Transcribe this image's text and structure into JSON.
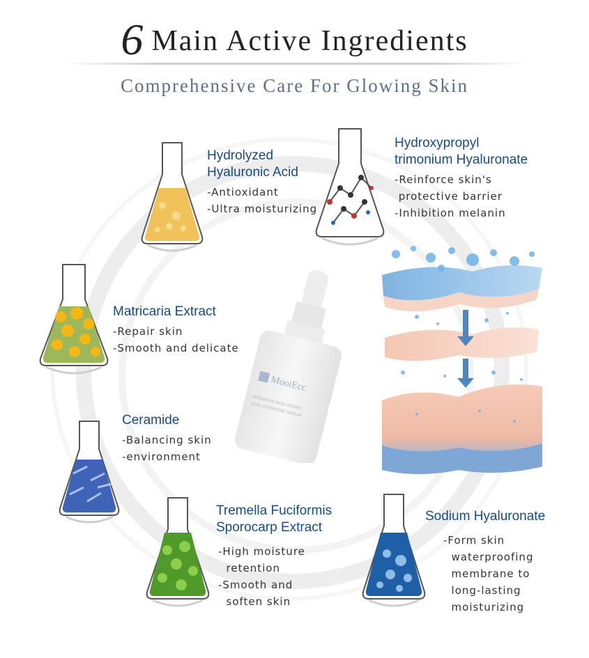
{
  "header": {
    "number": "6",
    "title": "Main Active Ingredients",
    "subtitle": "Comprehensive Care For Glowing Skin"
  },
  "bottle": {
    "brand": "MooiEcc",
    "label_line1": "INTENSIVE HYALURONIC",
    "label_line2": "ACID HYDRATING SERUM"
  },
  "ingredients": [
    {
      "name_line1": "Hydrolyzed",
      "name_line2": "Hyaluronic Acid",
      "benefits": [
        "-Antioxidant",
        "-Ultra moisturizing"
      ],
      "icon": "golden-flakes-flask-icon"
    },
    {
      "name_line1": "Hydroxypropyl",
      "name_line2": "trimonium Hyaluronate",
      "benefits": [
        "-Reinforce skin's",
        " protective barrier",
        "-Inhibition melanin"
      ],
      "icon": "molecule-flask-icon"
    },
    {
      "name_line1": "Matricaria Extract",
      "name_line2": "",
      "benefits": [
        "-Repair skin",
        "-Smooth and delicate"
      ],
      "icon": "chamomile-flask-icon"
    },
    {
      "name_line1": "Ceramide",
      "name_line2": "",
      "benefits": [
        "-Balancing skin",
        "-environment"
      ],
      "icon": "ceramide-flask-icon"
    },
    {
      "name_line1": "Tremella Fuciformis",
      "name_line2": "Sporocarp Extract",
      "benefits": [
        "-High moisture",
        "  retention",
        "-Smooth and",
        "  soften skin"
      ],
      "icon": "moss-flask-icon"
    },
    {
      "name_line1": "Sodium Hyaluronate",
      "name_line2": "",
      "benefits": [
        "-Form skin",
        "  waterproofing",
        "  membrane to",
        "  long-lasting",
        "  moisturizing"
      ],
      "icon": "bubbles-flask-icon"
    }
  ],
  "colors": {
    "accent": "#174a8b",
    "subtitle": "#5d6f8c",
    "title": "#222222"
  }
}
